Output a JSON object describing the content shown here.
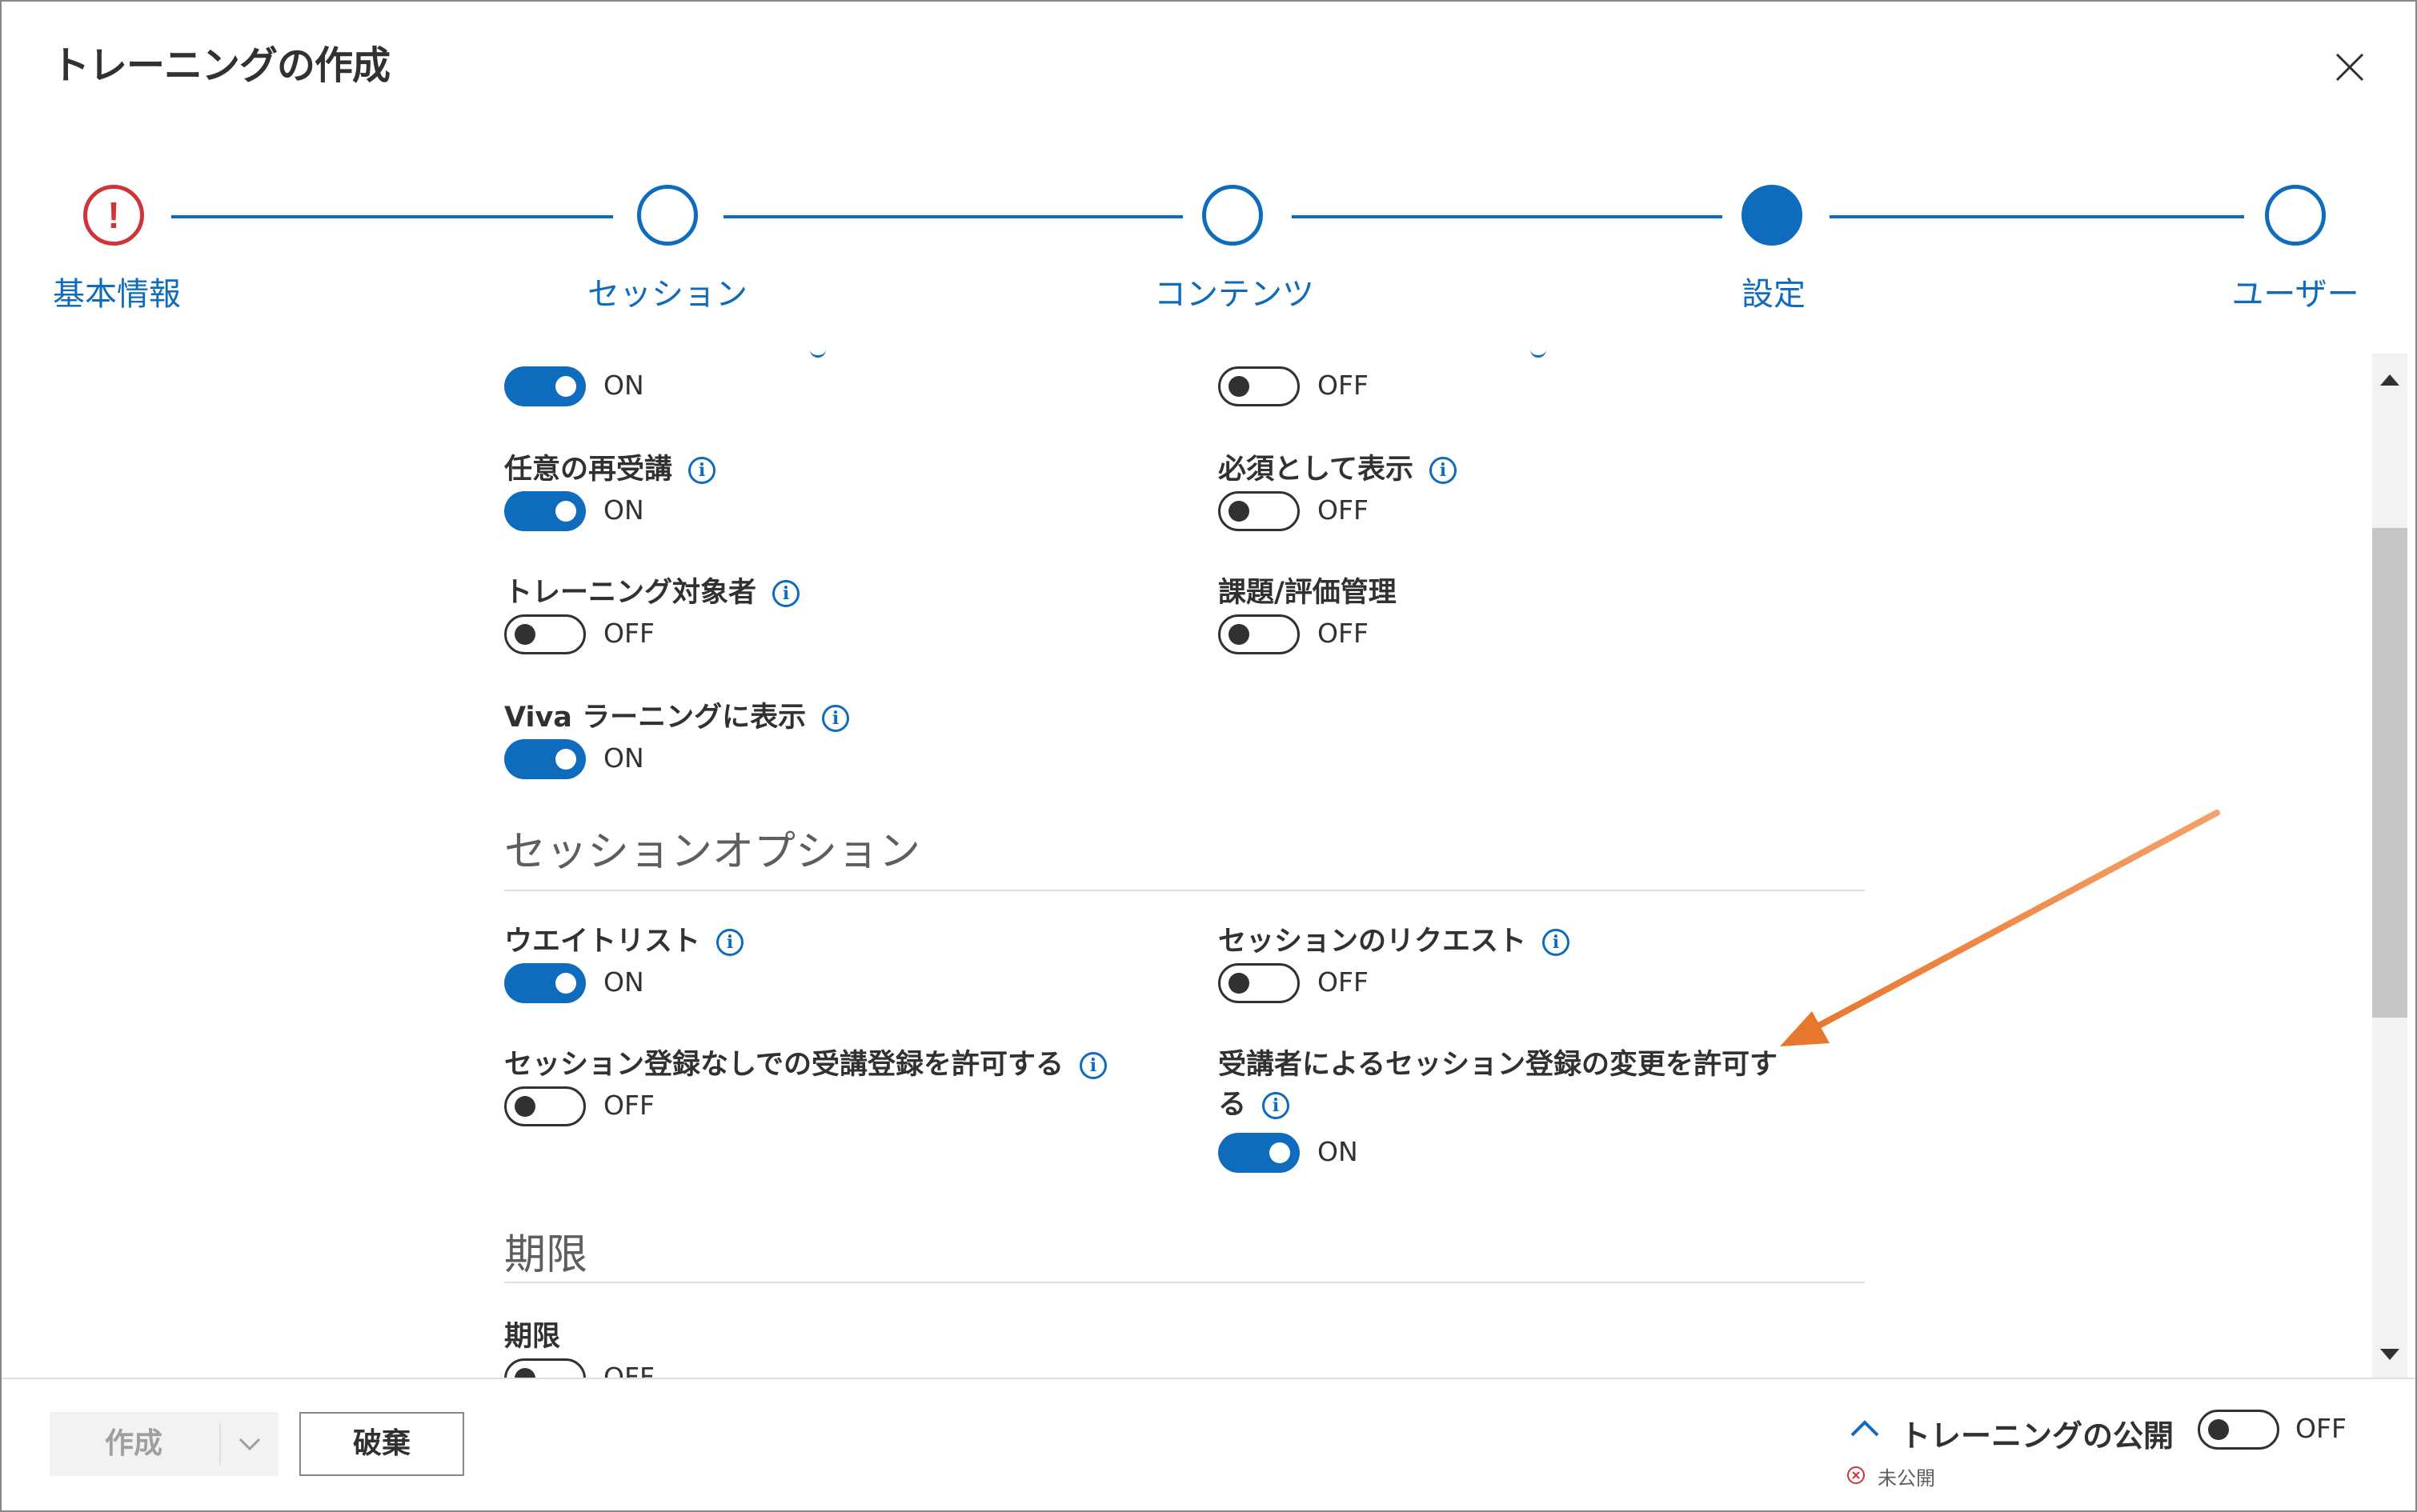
{
  "dialog": {
    "title": "トレーニングの作成"
  },
  "stepper": {
    "steps": [
      {
        "label": "基本情報",
        "state": "error"
      },
      {
        "label": "セッション",
        "state": "pending"
      },
      {
        "label": "コンテンツ",
        "state": "pending"
      },
      {
        "label": "設定",
        "state": "current"
      },
      {
        "label": "ユーザー",
        "state": "pending"
      }
    ],
    "error_glyph": "!"
  },
  "settings": {
    "top_left": {
      "state": "ON"
    },
    "top_right": {
      "state": "OFF"
    },
    "optional_retake": {
      "label": "任意の再受講",
      "state": "ON"
    },
    "show_as_required": {
      "label": "必須として表示",
      "state": "OFF"
    },
    "training_audience": {
      "label": "トレーニング対象者",
      "state": "OFF"
    },
    "assignment_grading": {
      "label": "課題/評価管理",
      "state": "OFF"
    },
    "viva_learning": {
      "label": "Viva ラーニングに表示",
      "state": "ON"
    }
  },
  "session_options": {
    "heading": "セッションオプション",
    "waitlist": {
      "label": "ウエイトリスト",
      "state": "ON"
    },
    "session_request": {
      "label": "セッションのリクエスト",
      "state": "OFF"
    },
    "allow_without_session": {
      "label": "セッション登録なしでの受講登録を許可する",
      "state": "OFF"
    },
    "allow_session_change": {
      "label_line1": "受講者によるセッション登録の変更を許可す",
      "label_line2": "る",
      "state": "ON"
    }
  },
  "deadline": {
    "heading": "期限",
    "deadline_setting": {
      "label": "期限",
      "state": "OFF"
    }
  },
  "footer": {
    "create_label": "作成",
    "discard_label": "破棄",
    "publish_label": "トレーニングの公開",
    "publish_state": "OFF",
    "status_text": "未公開"
  },
  "icons": {
    "info": "i"
  },
  "colors": {
    "accent": "#0f6cbd",
    "error": "#d13438",
    "annotation_arrow": "#e8772e"
  }
}
